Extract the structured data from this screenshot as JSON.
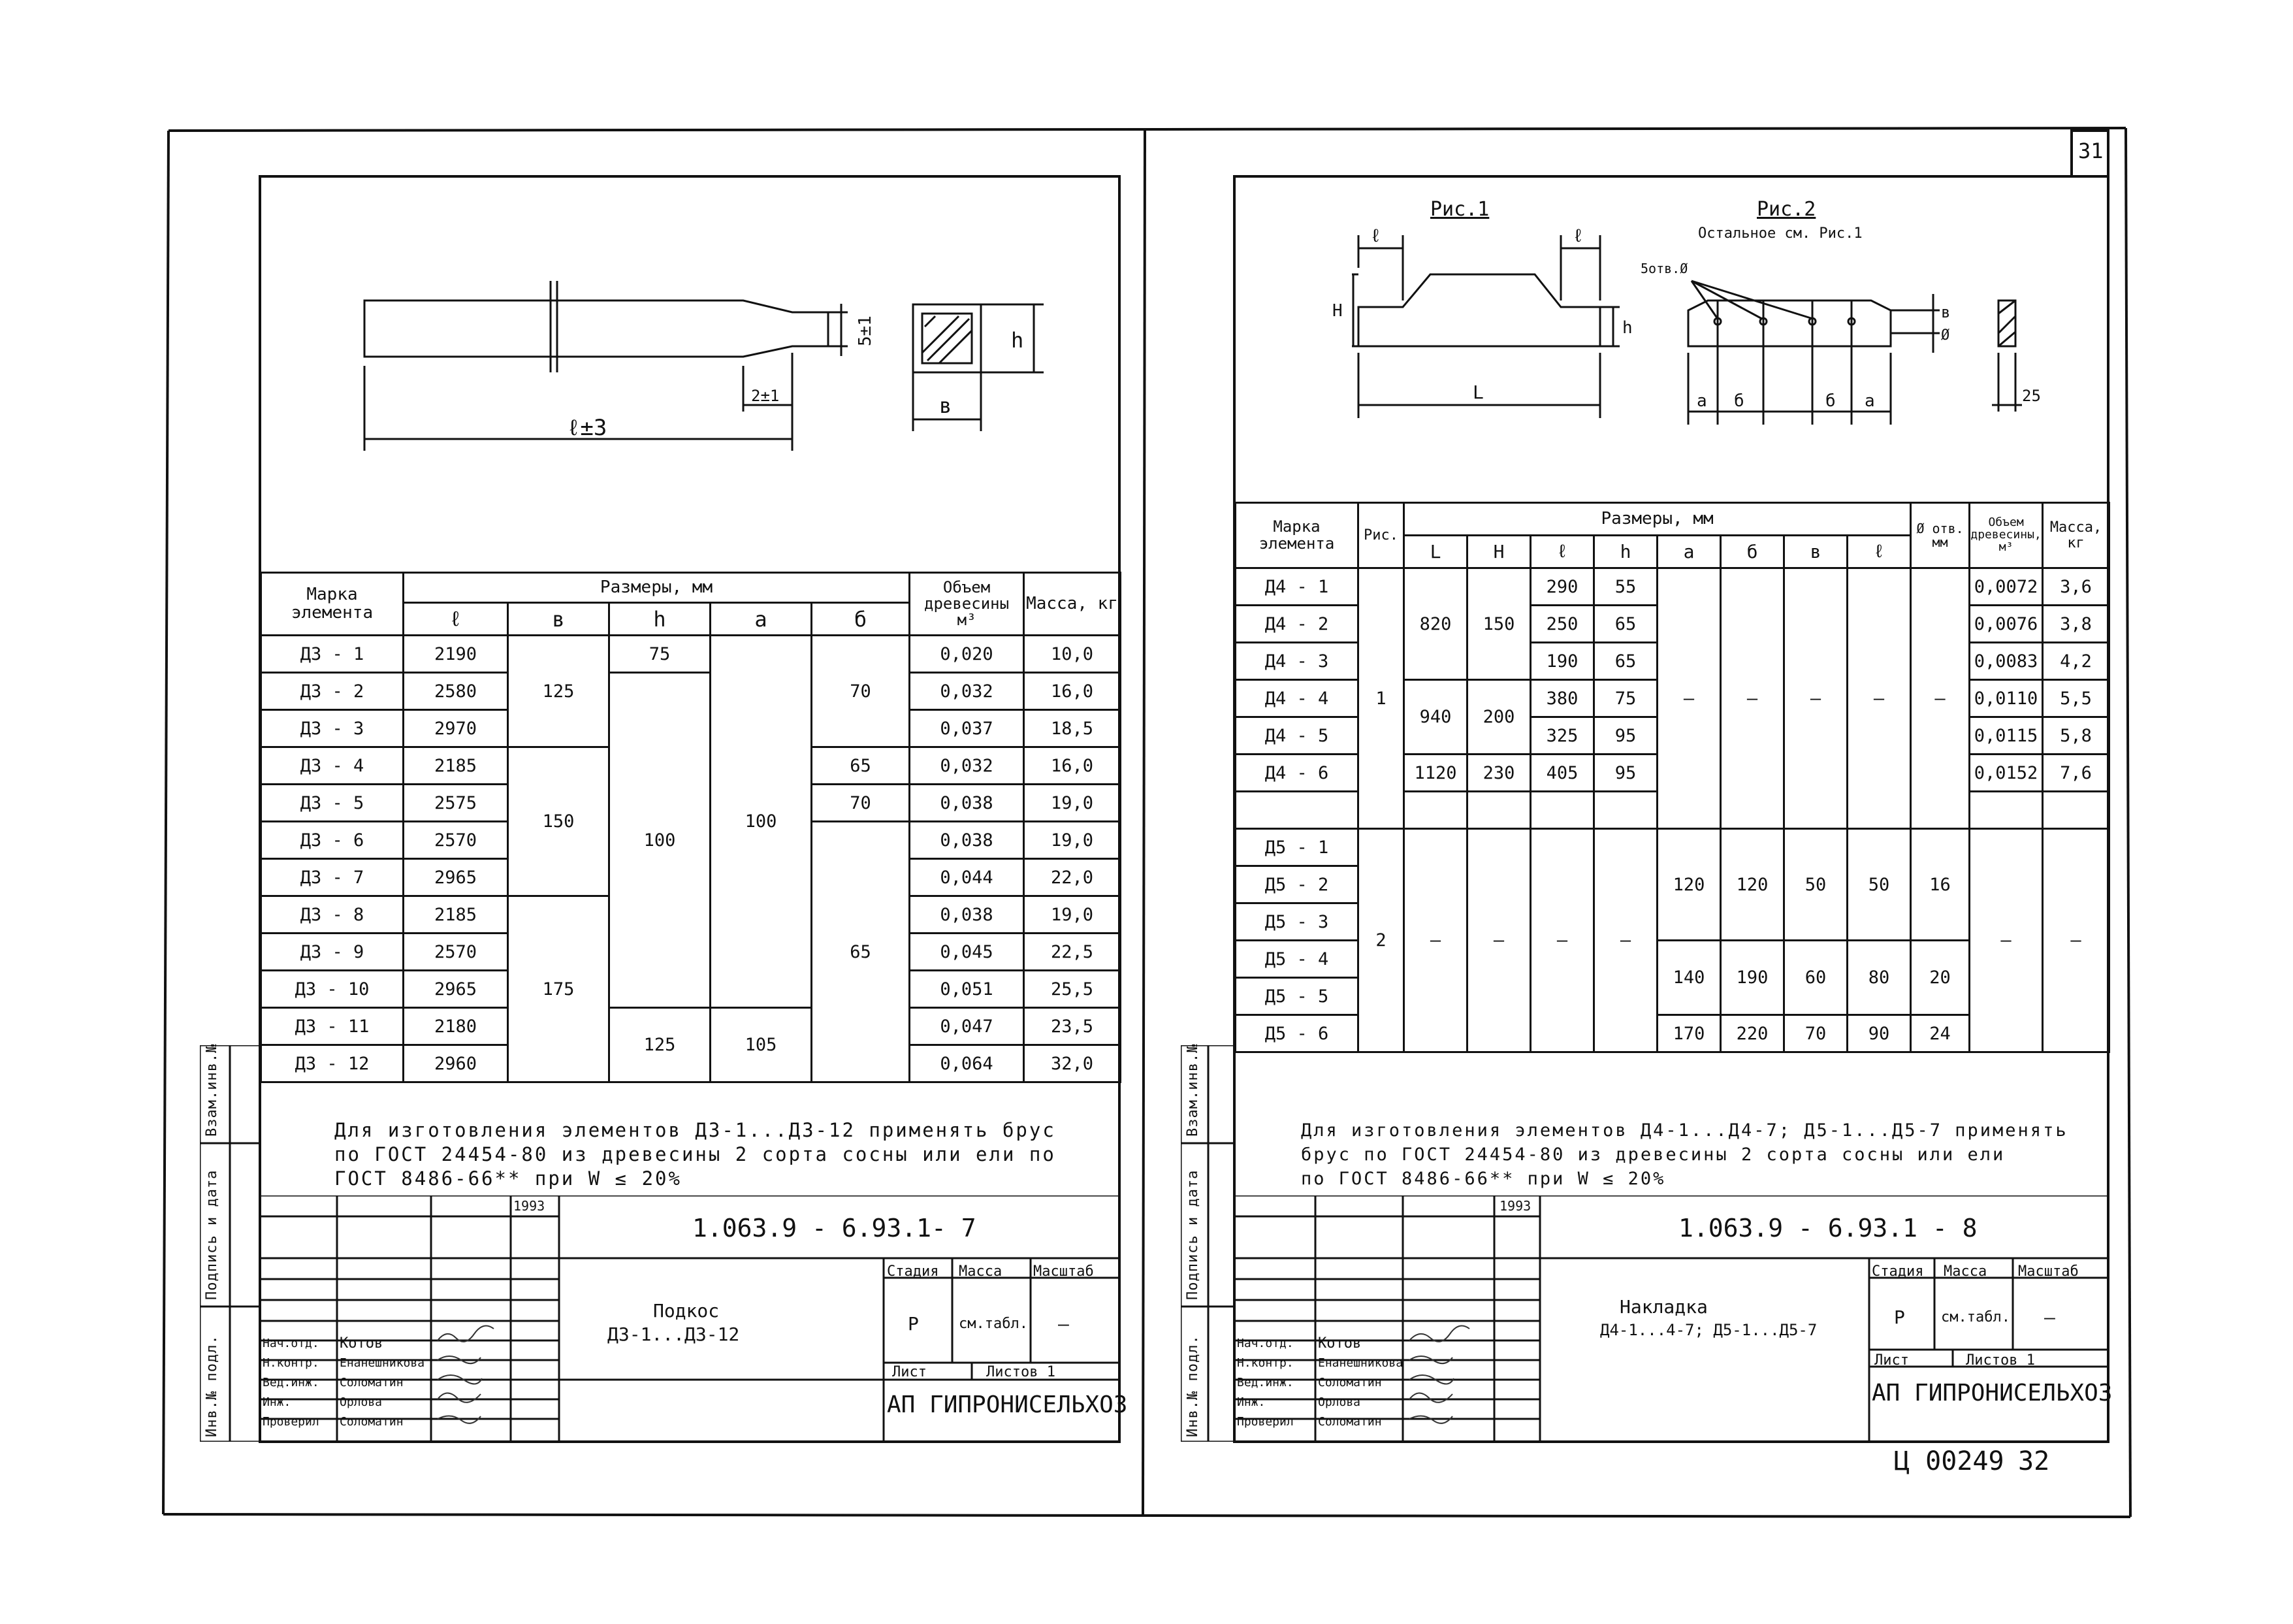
{
  "sheet_number_top": "31",
  "sheet_number_bottom": "32",
  "archive_code": "Ц 00249",
  "left": {
    "table": {
      "h_mark": "Марка элемента",
      "h_sizes": "Размеры, мм",
      "cols": [
        "ℓ",
        "в",
        "h",
        "а",
        "б"
      ],
      "h_volume": "Объем древесины м³",
      "h_mass": "Масса, кг",
      "marks": [
        "Д3 - 1",
        "Д3 - 2",
        "Д3 - 3",
        "Д3 - 4",
        "Д3 - 5",
        "Д3 - 6",
        "Д3 - 7",
        "Д3 - 8",
        "Д3 - 9",
        "Д3 - 10",
        "Д3 - 11",
        "Д3 - 12"
      ],
      "l": [
        "2190",
        "2580",
        "2970",
        "2185",
        "2575",
        "2570",
        "2965",
        "2185",
        "2570",
        "2965",
        "2180",
        "2960"
      ],
      "v_groups": [
        "125",
        "150",
        "175"
      ],
      "h_groups": [
        "75",
        "100",
        "125"
      ],
      "a_groups": [
        "100",
        "105"
      ],
      "b_groups": [
        "70",
        "65",
        "70",
        "65"
      ],
      "volume": [
        "0,020",
        "0,032",
        "0,037",
        "0,032",
        "0,038",
        "0,038",
        "0,044",
        "0,038",
        "0,045",
        "0,051",
        "0,047",
        "0,064"
      ],
      "mass": [
        "10,0",
        "16,0",
        "18,5",
        "16,0",
        "19,0",
        "19,0",
        "22,0",
        "19,0",
        "22,5",
        "25,5",
        "23,5",
        "32,0"
      ]
    },
    "drawing": {
      "dim_l": "ℓ±3",
      "dim_t": "5±1",
      "dim_2": "2±1",
      "dim_b": "в",
      "dim_h": "h"
    },
    "note": [
      "Для изготовления элементов Д3-1...Д3-12 применять брус",
      "по ГОСТ 24454-80 из древесины 2 сорта сосны или ели по",
      "ГОСТ 8486-66** при W ≤ 20%"
    ],
    "title_block": {
      "year": "1993",
      "code": "1.063.9 - 6.93.1- 7",
      "name1": "Подкос",
      "name2": "Д3-1...Д3-12",
      "stage_h": "Стадия",
      "mass_h": "Масса",
      "scale_h": "Масштаб",
      "stage": "Р",
      "mass": "см.табл.",
      "scale": "—",
      "sheet": "Лист",
      "sheets": "Листов 1",
      "org": "АП ГИПРОНИСЕЛЬХОЗ",
      "roles": [
        "Нач.отд.",
        "Н.контр.",
        "Вед.инж.",
        "Инж.",
        "Проверил"
      ],
      "names": [
        "Котов",
        "Енанешникова",
        "Соломатин",
        "Орлова",
        "Соломатин"
      ]
    },
    "side": [
      "Инв.№ подл.",
      "Подпись и дата",
      "Взам.инв.№"
    ]
  },
  "right": {
    "fig1": "Рис.1",
    "fig2": "Рис.2",
    "fig2_note": "Остальное см. Рис.1",
    "holes": "5отв.Ø",
    "drawing": {
      "H": "H",
      "h": "h",
      "l": "ℓ",
      "L": "L",
      "a": "а",
      "b": "б",
      "v": "в",
      "d": "Ø",
      "dim25": "25"
    },
    "table": {
      "h_mark": "Марка элемента",
      "h_fig": "Рис.",
      "h_sizes": "Размеры, мм",
      "cols": [
        "L",
        "H",
        "ℓ",
        "h",
        "а",
        "б",
        "в",
        "ℓ"
      ],
      "h_hole": "Ø отв. мм",
      "h_volume": "Объем древесины, м³",
      "h_mass": "Масса, кг",
      "d4_marks": [
        "Д4 - 1",
        "Д4 - 2",
        "Д4 - 3",
        "Д4 - 4",
        "Д4 - 5",
        "Д4 - 6"
      ],
      "d4_L": [
        "820",
        "940",
        "1120"
      ],
      "d4_H": [
        "150",
        "200",
        "230"
      ],
      "d4_l": [
        "290",
        "250",
        "190",
        "380",
        "325",
        "405"
      ],
      "d4_h": [
        "55",
        "65",
        "65",
        "75",
        "95",
        "95"
      ],
      "d4_vol": [
        "0,0072",
        "0,0076",
        "0,0083",
        "0,0110",
        "0,0115",
        "0,0152"
      ],
      "d4_mass": [
        "3,6",
        "3,8",
        "4,2",
        "5,5",
        "5,8",
        "7,6"
      ],
      "d5_marks": [
        "Д5 - 1",
        "Д5 - 2",
        "Д5 - 3",
        "Д5 - 4",
        "Д5 - 5",
        "Д5 - 6"
      ],
      "d5_rows": [
        {
          "a": "120",
          "b": "120",
          "v": "50",
          "l": "50",
          "d": "16"
        },
        {
          "a": "140",
          "b": "190",
          "v": "60",
          "l": "80",
          "d": "20"
        },
        {
          "a": "170",
          "b": "220",
          "v": "70",
          "l": "90",
          "d": "24"
        }
      ],
      "fig_1": "1",
      "fig_2": "2",
      "dash": "—"
    },
    "note": [
      "Для изготовления элементов Д4-1...Д4-7; Д5-1...Д5-7 применять",
      "брус по ГОСТ 24454-80 из древесины 2 сорта сосны или ели",
      "по ГОСТ 8486-66** при W ≤ 20%"
    ],
    "title_block": {
      "year": "1993",
      "code": "1.063.9 - 6.93.1 - 8",
      "name1": "Накладка",
      "name2": "Д4-1...4-7; Д5-1...Д5-7",
      "stage_h": "Стадия",
      "mass_h": "Масса",
      "scale_h": "Масштаб",
      "stage": "Р",
      "mass": "см.табл.",
      "scale": "—",
      "sheet": "Лист",
      "sheets": "Листов 1",
      "org": "АП ГИПРОНИСЕЛЬХОЗ",
      "roles": [
        "Нач.отд.",
        "Н.контр.",
        "Вед.инж.",
        "Инж.",
        "Проверил"
      ],
      "names": [
        "Котов",
        "Енанешникова",
        "Соломатин",
        "Орлова",
        "Соломатин"
      ]
    },
    "side": [
      "Инв.№ подл.",
      "Подпись и дата",
      "Взам.инв.№"
    ]
  }
}
